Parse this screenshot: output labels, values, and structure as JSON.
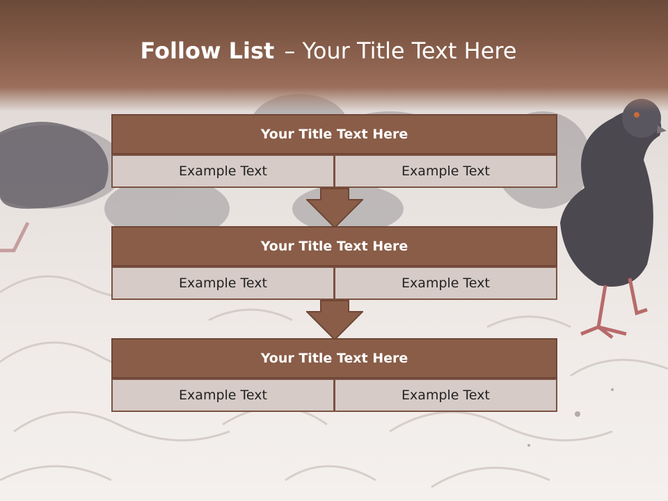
{
  "slide": {
    "title_bold": "Follow List",
    "title_rest": "– Your Title Text Here"
  },
  "blocks": [
    {
      "title": "Your Title Text Here",
      "left": "Example Text",
      "right": "Example Text"
    },
    {
      "title": "Your Title Text Here",
      "left": "Example Text",
      "right": "Example Text"
    },
    {
      "title": "Your Title Text Here",
      "left": "Example Text",
      "right": "Example Text"
    }
  ],
  "colors": {
    "header_band": "#7a5441",
    "block_title": "#8a5d48",
    "block_border": "#6e4636",
    "cell_fill": "#d6cbc7",
    "arrow": "#8a5d48"
  }
}
